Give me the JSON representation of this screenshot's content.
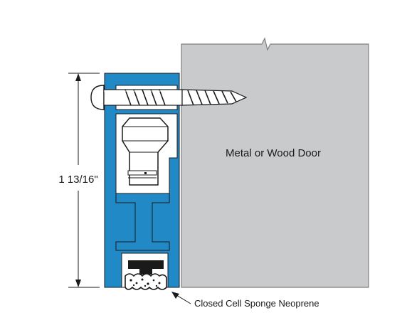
{
  "labels": {
    "door": "Metal or Wood Door",
    "height_dimension": "1 13/16\"",
    "seal_callout": "Closed Cell Sponge Neoprene"
  },
  "colors": {
    "door_fill": "#c9cacc",
    "door_stroke": "#7c7e80",
    "housing_blue": "#2289c7",
    "outline": "#1a1a1a",
    "screw_fill": "#ffffff",
    "seal_fill": "#ffffff",
    "background": "#ffffff"
  },
  "icons": {
    "screw": "wood-screw-icon",
    "seal": "sponge-seal-icon"
  }
}
